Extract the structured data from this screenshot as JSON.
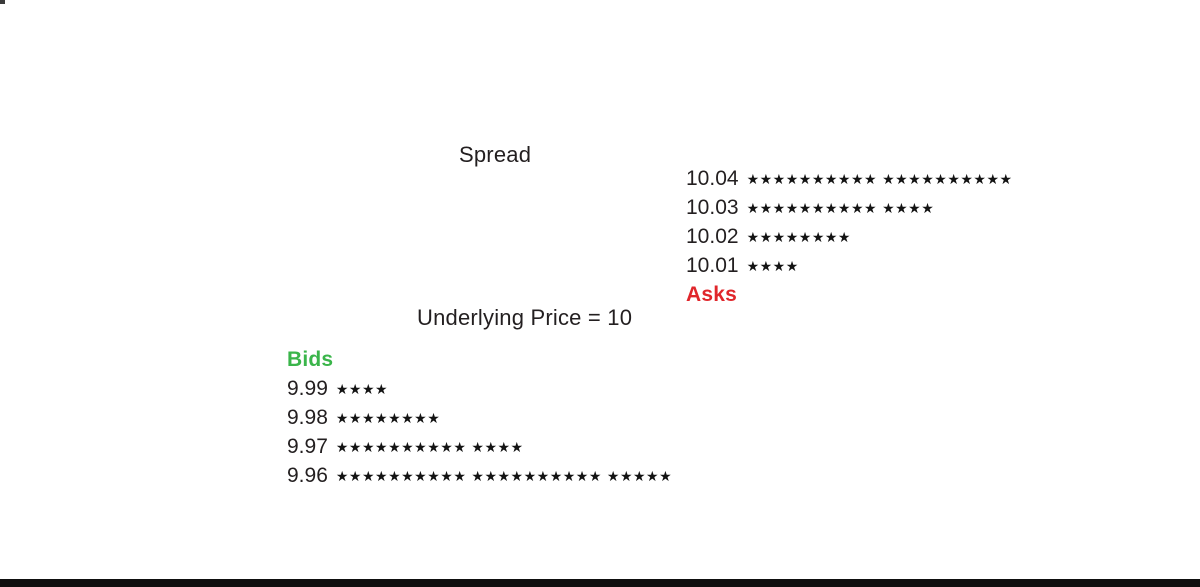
{
  "title": "Spread",
  "underlying_label": "Underlying Price = 10",
  "star_icon": "★",
  "star_group_size": 10,
  "colors": {
    "text": "#231f20",
    "stars": "#131313",
    "asks": "#e0262b",
    "bids": "#3ab54a",
    "bottom_bar": "#0f0f0f"
  },
  "asks": {
    "label": "Asks",
    "levels": [
      {
        "price": "10.04",
        "stars": 20
      },
      {
        "price": "10.03",
        "stars": 14
      },
      {
        "price": "10.02",
        "stars": 8
      },
      {
        "price": "10.01",
        "stars": 4
      }
    ]
  },
  "bids": {
    "label": "Bids",
    "levels": [
      {
        "price": "9.99",
        "stars": 4
      },
      {
        "price": "9.98",
        "stars": 8
      },
      {
        "price": "9.97",
        "stars": 14
      },
      {
        "price": "9.96",
        "stars": 25
      }
    ]
  },
  "chart_data": {
    "type": "bar",
    "title": "Spread",
    "annotation": "Underlying Price = 10",
    "orientation": "horizontal-pictogram",
    "legend": [
      "Asks",
      "Bids"
    ],
    "series": [
      {
        "name": "Asks",
        "color": "#e0262b",
        "points": [
          {
            "price": 10.04,
            "quantity": 20
          },
          {
            "price": 10.03,
            "quantity": 14
          },
          {
            "price": 10.02,
            "quantity": 8
          },
          {
            "price": 10.01,
            "quantity": 4
          }
        ]
      },
      {
        "name": "Bids",
        "color": "#3ab54a",
        "points": [
          {
            "price": 9.99,
            "quantity": 4
          },
          {
            "price": 9.98,
            "quantity": 8
          },
          {
            "price": 9.97,
            "quantity": 14
          },
          {
            "price": 9.96,
            "quantity": 25
          }
        ]
      }
    ]
  }
}
